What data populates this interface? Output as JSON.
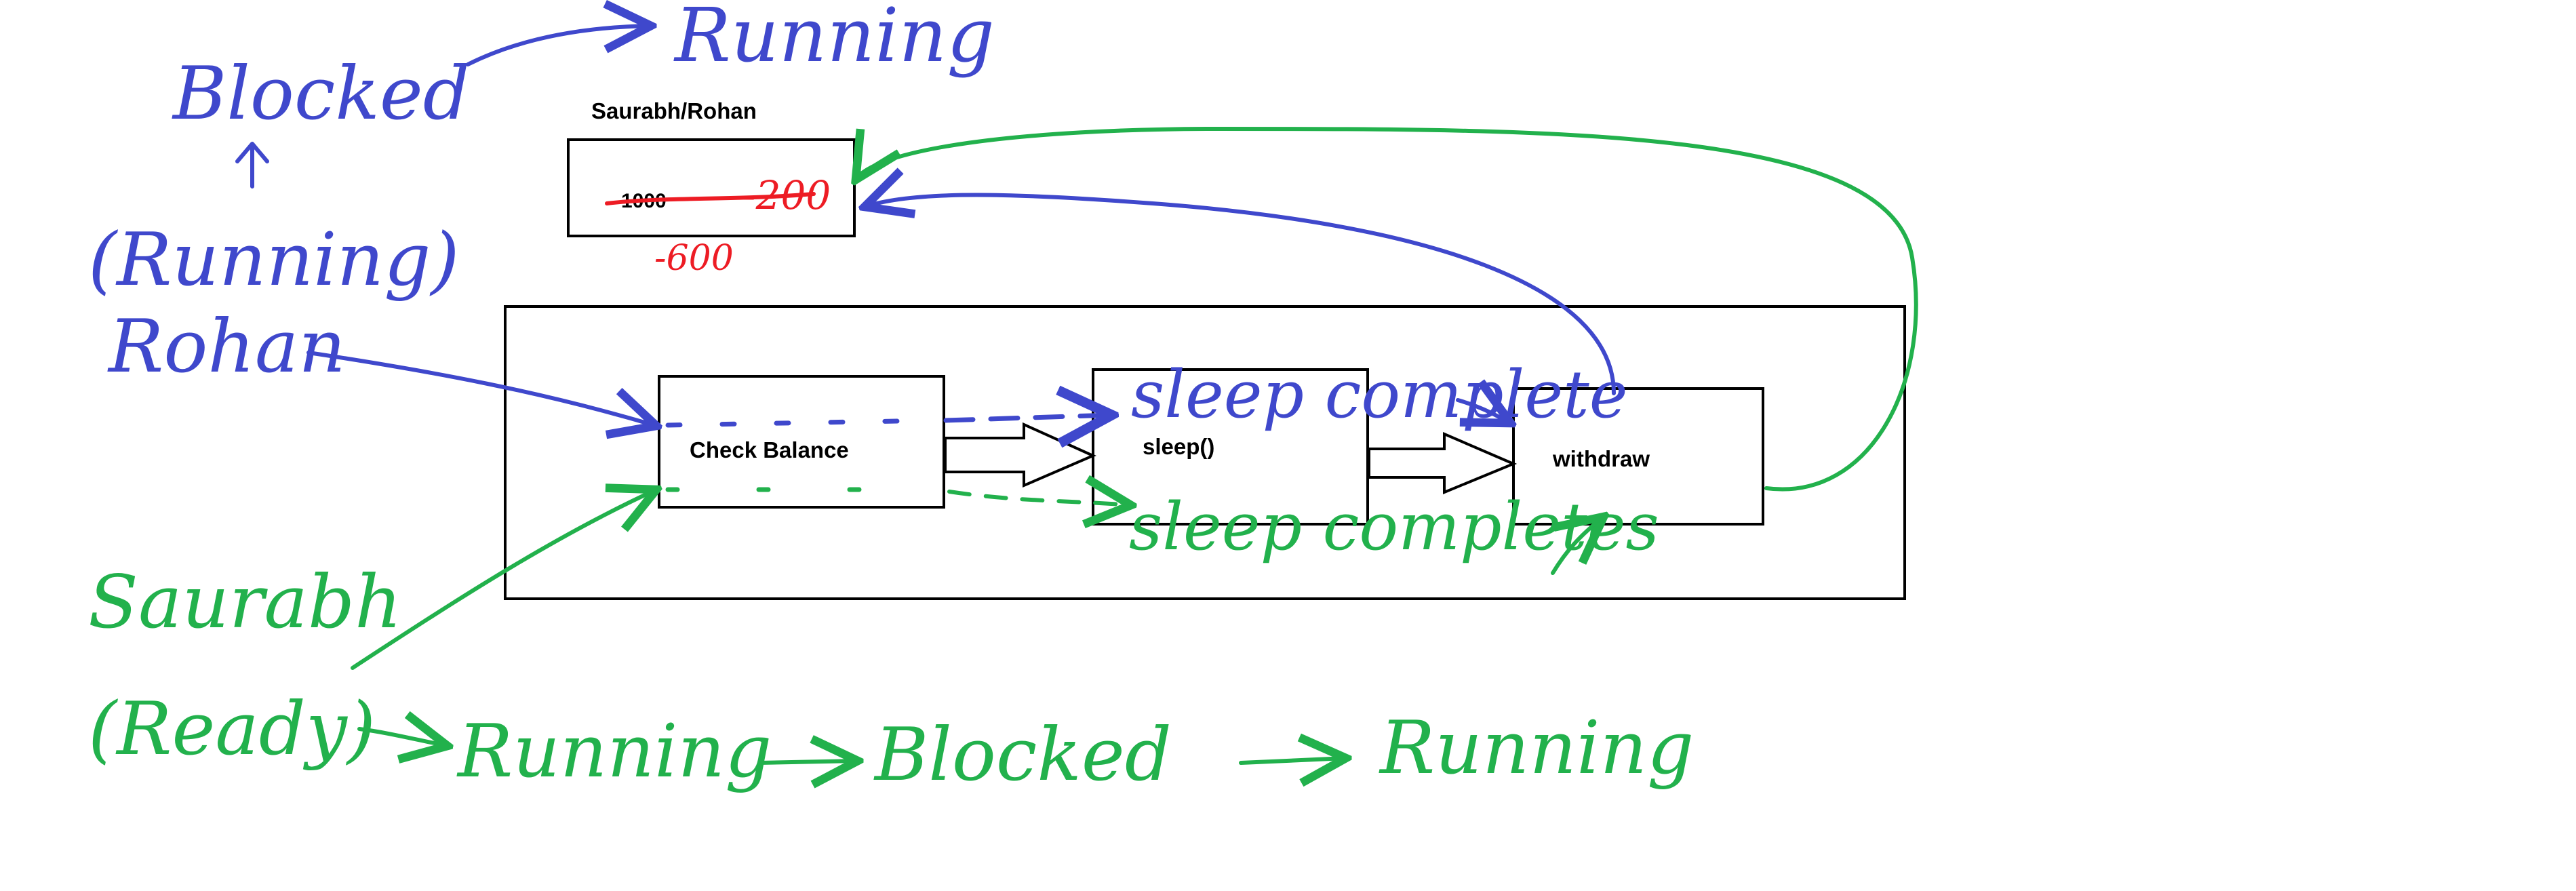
{
  "colors": {
    "blue_ink": "#3f48cc",
    "green_ink": "#22b14c",
    "red_ink": "#ed1c24",
    "box_stroke": "#000000",
    "background": "#ffffff"
  },
  "account": {
    "label": "Saurabh/Rohan",
    "balance": "1000",
    "strike_annotation": "-200",
    "second_annotation": "-600"
  },
  "process": {
    "step_check": "Check Balance",
    "step_sleep": "sleep()",
    "step_withdraw": "withdraw"
  },
  "rohan": {
    "name": "Rohan",
    "state": "(Running)",
    "state_next": "Blocked",
    "state_after": "Running",
    "sleep_note": "sleep complete"
  },
  "saurabh": {
    "name": "Saurabh",
    "state": "(Ready)",
    "sleep_note": "sleep completes",
    "sequence": [
      "Running",
      "Blocked",
      "Running"
    ]
  }
}
